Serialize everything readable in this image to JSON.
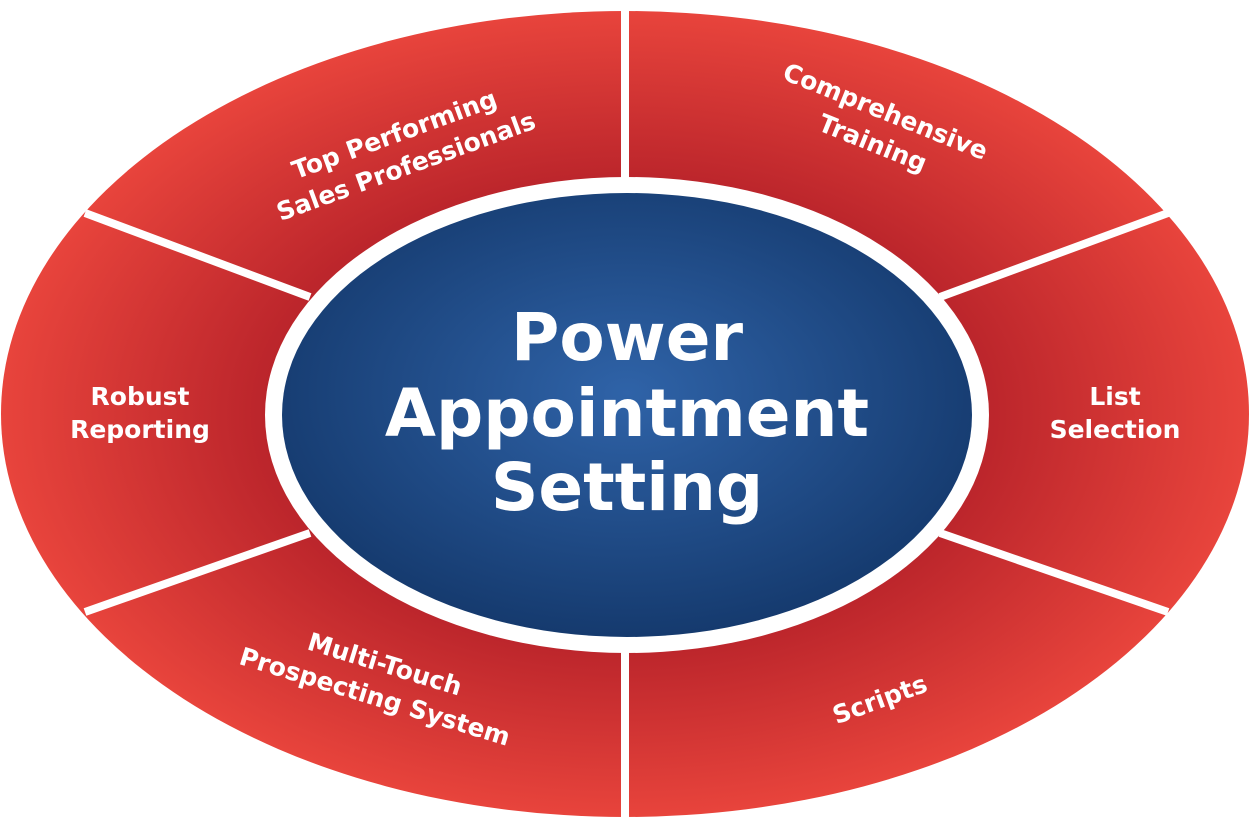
{
  "center": {
    "lines": [
      "Power",
      "Appointment",
      "Setting"
    ]
  },
  "segments": [
    {
      "name": "top-performing",
      "lines": [
        "Top Performing",
        "Sales Professionals"
      ]
    },
    {
      "name": "comprehensive-training",
      "lines": [
        "Comprehensive",
        "Training"
      ]
    },
    {
      "name": "list-selection",
      "lines": [
        "List",
        "Selection"
      ]
    },
    {
      "name": "scripts",
      "lines": [
        "Scripts"
      ]
    },
    {
      "name": "multi-touch",
      "lines": [
        "Multi-Touch",
        "Prospecting System"
      ]
    },
    {
      "name": "robust-reporting",
      "lines": [
        "Robust",
        "Reporting"
      ]
    }
  ],
  "colors": {
    "red_light": "#e8443c",
    "red_dark": "#b8232a",
    "blue_light": "#2f63a8",
    "blue_dark": "#153a6e"
  }
}
